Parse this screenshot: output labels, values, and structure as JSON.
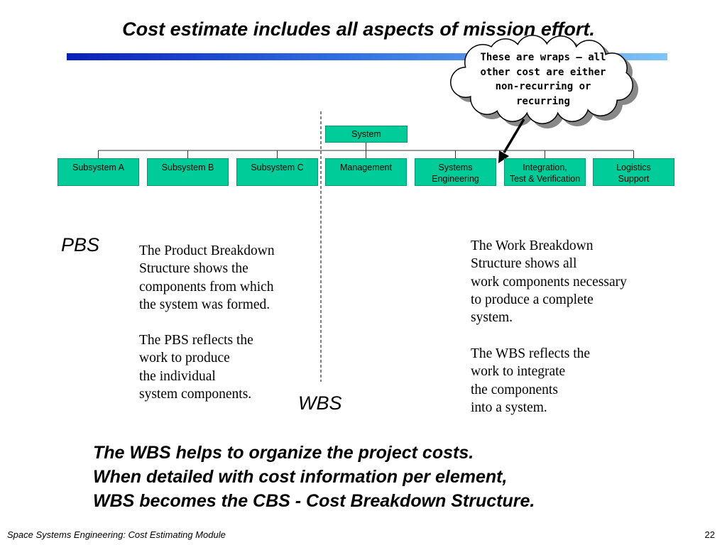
{
  "slide": {
    "title": "Cost estimate includes all aspects of mission effort.",
    "callout": [
      "These are wraps – all",
      "other cost are either",
      "non-recurring or",
      "recurring"
    ],
    "tree": {
      "root": "System",
      "children": [
        {
          "lines": [
            "Subsystem A"
          ]
        },
        {
          "lines": [
            "Subsystem B"
          ]
        },
        {
          "lines": [
            "Subsystem C"
          ]
        },
        {
          "lines": [
            "Management"
          ]
        },
        {
          "lines": [
            "Systems",
            "Engineering"
          ]
        },
        {
          "lines": [
            "Integration,",
            "Test & Verification"
          ]
        },
        {
          "lines": [
            "Logistics",
            "Support"
          ]
        }
      ]
    },
    "pbs_label": "PBS",
    "wbs_label": "WBS",
    "pbs_para1": [
      "The Product Breakdown",
      "Structure shows the",
      "components from which",
      "the system was formed."
    ],
    "pbs_para2": [
      "The PBS reflects the",
      "work to produce",
      "the individual",
      "system components."
    ],
    "wbs_para1": [
      "The Work Breakdown",
      "Structure shows all",
      "work components necessary",
      "to produce a complete",
      "system."
    ],
    "wbs_para2": [
      "The WBS reflects the",
      "work to integrate",
      "the components",
      "into a system."
    ],
    "bottom": [
      "The WBS helps to organize the project costs.",
      "When detailed with cost information per element,",
      "WBS becomes the CBS - Cost Breakdown Structure."
    ]
  },
  "footer": {
    "left": "Space Systems Engineering: Cost Estimating Module",
    "page": "22"
  },
  "colors": {
    "node_fill": "#00cc99",
    "bar_start": "#0a1fb8",
    "bar_end": "#7fc4f5"
  }
}
